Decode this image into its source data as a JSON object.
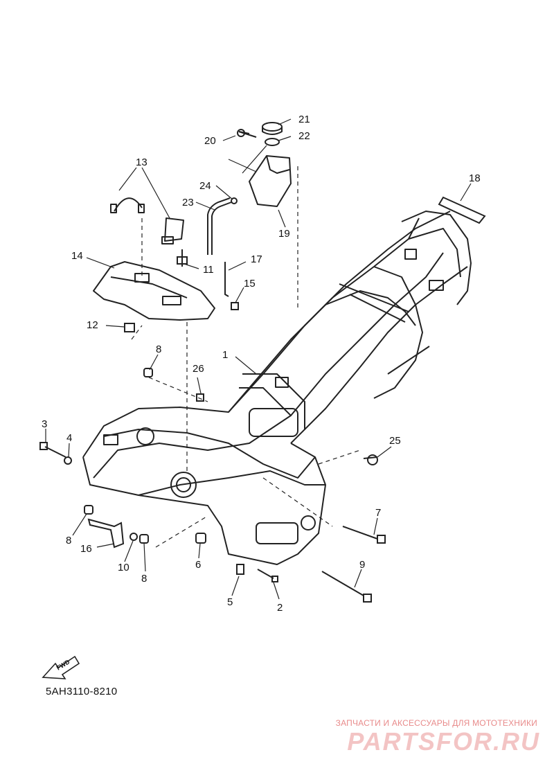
{
  "diagram": {
    "part_labels": [
      "1",
      "2",
      "3",
      "4",
      "5",
      "6",
      "7",
      "8",
      "8",
      "8",
      "9",
      "10",
      "11",
      "12",
      "13",
      "14",
      "15",
      "16",
      "17",
      "18",
      "19",
      "20",
      "21",
      "22",
      "23",
      "24",
      "25",
      "26"
    ],
    "fwd_label": "FWD",
    "drawing_code": "5AH3110-8210"
  },
  "watermark": {
    "tagline": "ЗАПЧАСТИ И АКСЕССУАРЫ ДЛЯ МОТОТЕХНИКИ",
    "logo": "PARTSFOR.RU"
  }
}
